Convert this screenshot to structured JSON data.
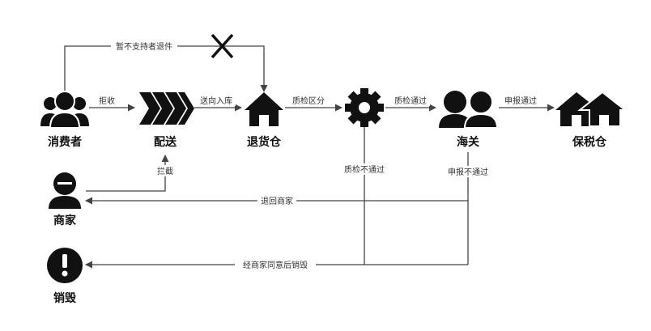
{
  "nodes": {
    "consumer": "消费者",
    "delivery": "配送",
    "return_warehouse": "退货仓",
    "customs": "海关",
    "bonded_warehouse": "保税仓",
    "merchant": "商家",
    "destroy": "销毁"
  },
  "edges": {
    "reject": "拒收",
    "no_consumer_return": "暂不支持者退件",
    "send_to_warehouse": "送向入库",
    "qc_sort": "质检区分",
    "qc_pass": "质检通过",
    "declare_pass": "申报通过",
    "intercept": "拦截",
    "qc_fail": "质检不通过",
    "declare_fail": "申报不通过",
    "return_to_merchant": "退回商家",
    "destroy_with_consent": "经商家同意后销毁"
  },
  "icons": {
    "consumer": "people-group-icon",
    "delivery": "chevrons-right-icon",
    "return_warehouse": "house-icon",
    "qc": "gear-icon",
    "customs": "two-people-icon",
    "bonded_warehouse": "double-house-icon",
    "merchant": "person-icon",
    "destroy": "exclamation-circle-icon",
    "blocked": "x-mark-icon"
  }
}
